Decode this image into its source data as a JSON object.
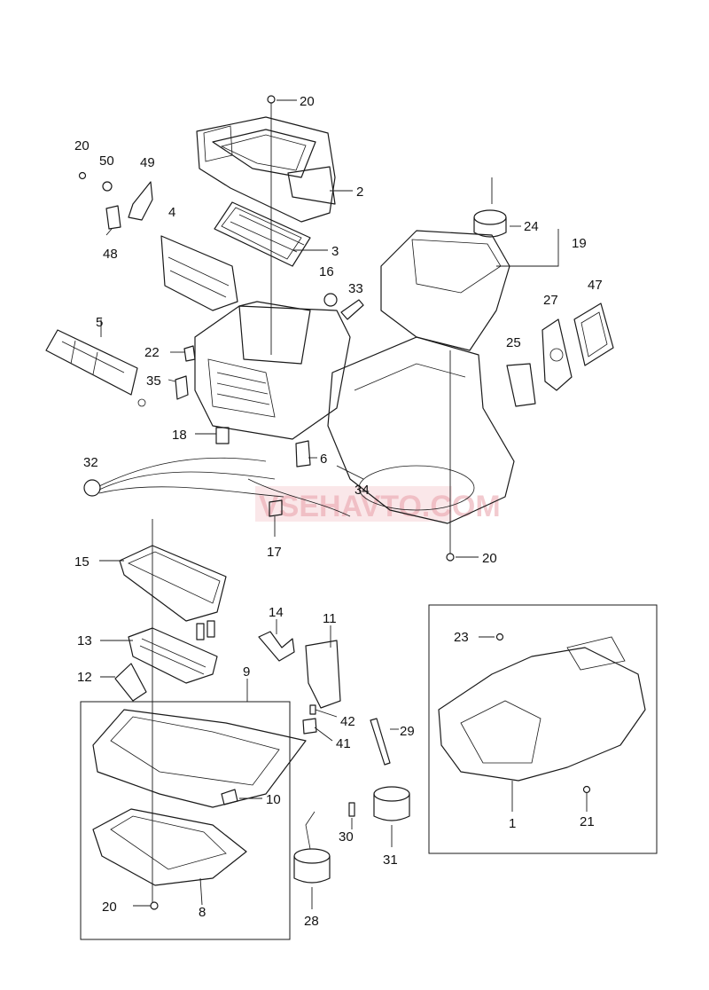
{
  "watermark": "VSEHAVTO.COM",
  "callouts": [
    "20",
    "20",
    "50",
    "49",
    "2",
    "4",
    "48",
    "24",
    "19",
    "3",
    "16",
    "33",
    "47",
    "27",
    "5",
    "22",
    "25",
    "35",
    "18",
    "6",
    "32",
    "34",
    "20",
    "17",
    "15",
    "14",
    "11",
    "13",
    "12",
    "9",
    "23",
    "42",
    "41",
    "29",
    "10",
    "30",
    "31",
    "21",
    "1",
    "20",
    "8",
    "28"
  ]
}
